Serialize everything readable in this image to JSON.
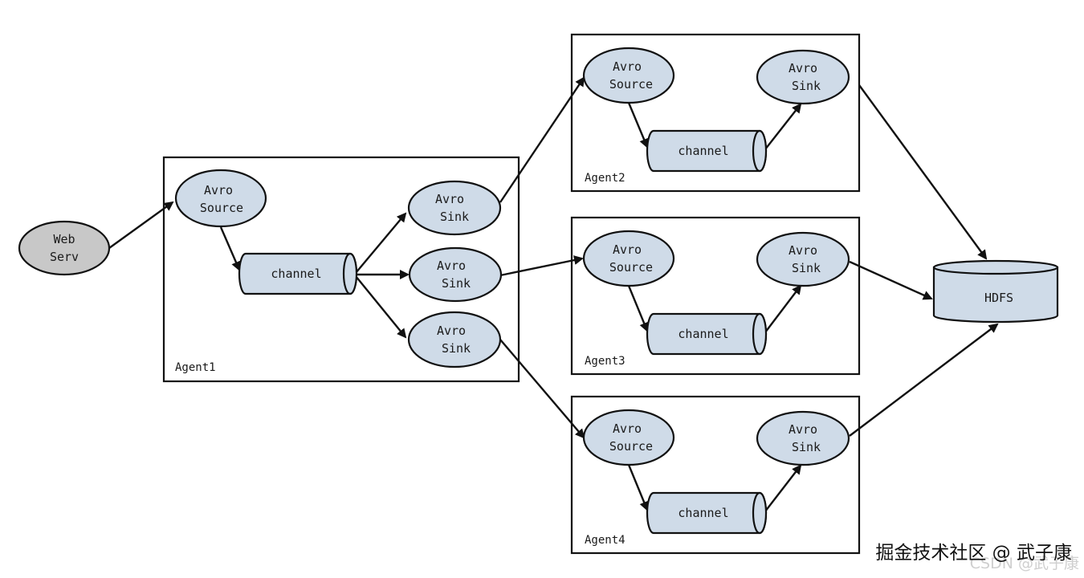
{
  "diagram": {
    "web_server": {
      "line1": "Web",
      "line2": "Serv"
    },
    "agent1": {
      "label": "Agent1",
      "source": {
        "line1": "Avro",
        "line2": "Source"
      },
      "channel": "channel",
      "sinks": [
        {
          "line1": "Avro",
          "line2": "Sink"
        },
        {
          "line1": "Avro",
          "line2": "Sink"
        },
        {
          "line1": "Avro",
          "line2": "Sink"
        }
      ]
    },
    "agents": [
      {
        "label": "Agent2",
        "source": {
          "line1": "Avro",
          "line2": "Source"
        },
        "channel": "channel",
        "sink": {
          "line1": "Avro",
          "line2": "Sink"
        }
      },
      {
        "label": "Agent3",
        "source": {
          "line1": "Avro",
          "line2": "Source"
        },
        "channel": "channel",
        "sink": {
          "line1": "Avro",
          "line2": "Sink"
        }
      },
      {
        "label": "Agent4",
        "source": {
          "line1": "Avro",
          "line2": "Source"
        },
        "channel": "channel",
        "sink": {
          "line1": "Avro",
          "line2": "Sink"
        }
      }
    ],
    "hdfs": "HDFS"
  },
  "watermark": {
    "text": "掘金技术社区 @ 武子康",
    "csdn": "CSDN @武子康"
  }
}
